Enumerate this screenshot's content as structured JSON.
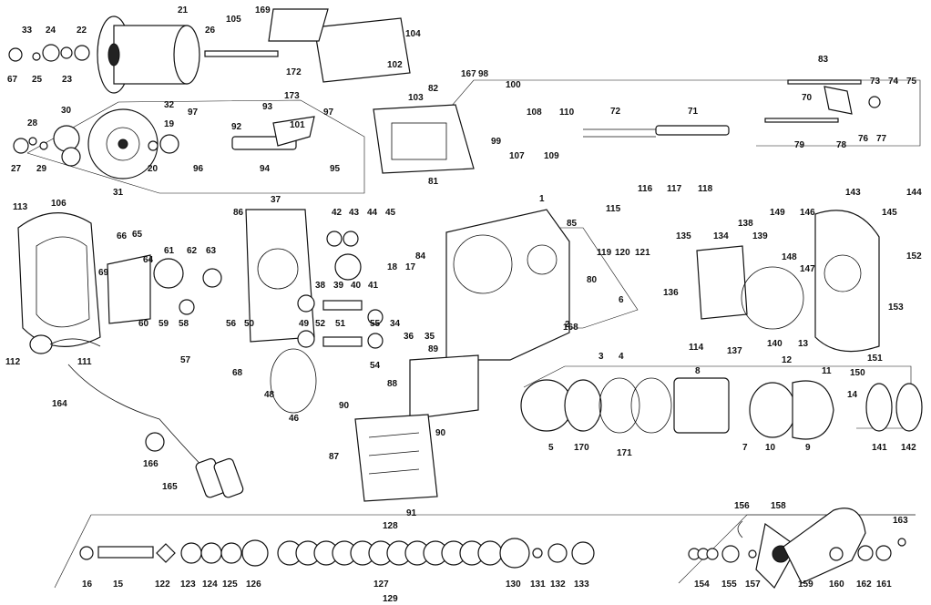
{
  "diagram": {
    "part_labels": [
      "1",
      "2",
      "3",
      "4",
      "5",
      "6",
      "7",
      "8",
      "9",
      "10",
      "11",
      "12",
      "13",
      "14",
      "15",
      "16",
      "17",
      "18",
      "19",
      "20",
      "21",
      "22",
      "23",
      "24",
      "25",
      "26",
      "27",
      "28",
      "29",
      "30",
      "31",
      "32",
      "33",
      "34",
      "35",
      "36",
      "37",
      "38",
      "39",
      "40",
      "41",
      "42",
      "43",
      "44",
      "45",
      "46",
      "48",
      "49",
      "50",
      "51",
      "52",
      "54",
      "55",
      "56",
      "57",
      "58",
      "59",
      "60",
      "61",
      "62",
      "63",
      "64",
      "65",
      "66",
      "67",
      "68",
      "69",
      "70",
      "71",
      "72",
      "73",
      "74",
      "75",
      "76",
      "77",
      "78",
      "79",
      "80",
      "81",
      "82",
      "83",
      "84",
      "85",
      "86",
      "87",
      "88",
      "89",
      "90",
      "90",
      "91",
      "92",
      "93",
      "94",
      "95",
      "96",
      "97",
      "97",
      "98",
      "99",
      "100",
      "101",
      "102",
      "103",
      "104",
      "105",
      "106",
      "107",
      "108",
      "109",
      "110",
      "111",
      "112",
      "113",
      "114",
      "115",
      "116",
      "117",
      "118",
      "119",
      "120",
      "121",
      "122",
      "123",
      "124",
      "125",
      "126",
      "127",
      "128",
      "129",
      "130",
      "131",
      "132",
      "133",
      "134",
      "135",
      "136",
      "137",
      "138",
      "139",
      "140",
      "141",
      "142",
      "143",
      "144",
      "145",
      "146",
      "147",
      "148",
      "149",
      "150",
      "151",
      "152",
      "153",
      "154",
      "155",
      "156",
      "157",
      "158",
      "159",
      "160",
      "161",
      "162",
      "163",
      "164",
      "165",
      "166",
      "167",
      "168",
      "169",
      "170",
      "171",
      "172",
      "173"
    ]
  }
}
